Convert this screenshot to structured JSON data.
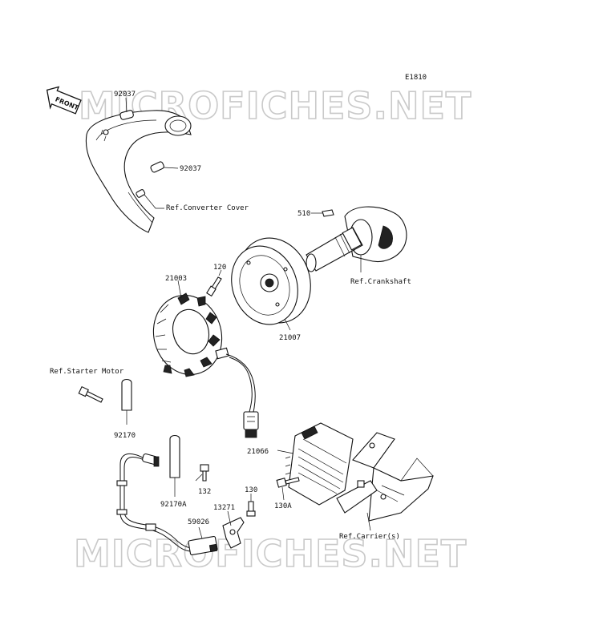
{
  "diagram_code": "E1810",
  "watermark": "MICROFICHES.NET",
  "front_badge": "FRONT",
  "labels": {
    "p92037_top": "92037",
    "p92037_mid": "92037",
    "ref_converter_cover": "Ref.Converter Cover",
    "p510": "510",
    "ref_crankshaft": "Ref.Crankshaft",
    "p120": "120",
    "p21003": "21003",
    "p21007": "21007",
    "ref_starter_motor": "Ref.Starter Motor",
    "p92170": "92170",
    "p21066": "21066",
    "p92170a": "92170A",
    "p132": "132",
    "p130": "130",
    "p130a": "130A",
    "p13271": "13271",
    "p59026": "59026",
    "ref_carriers": "Ref.Carrier(s)"
  }
}
